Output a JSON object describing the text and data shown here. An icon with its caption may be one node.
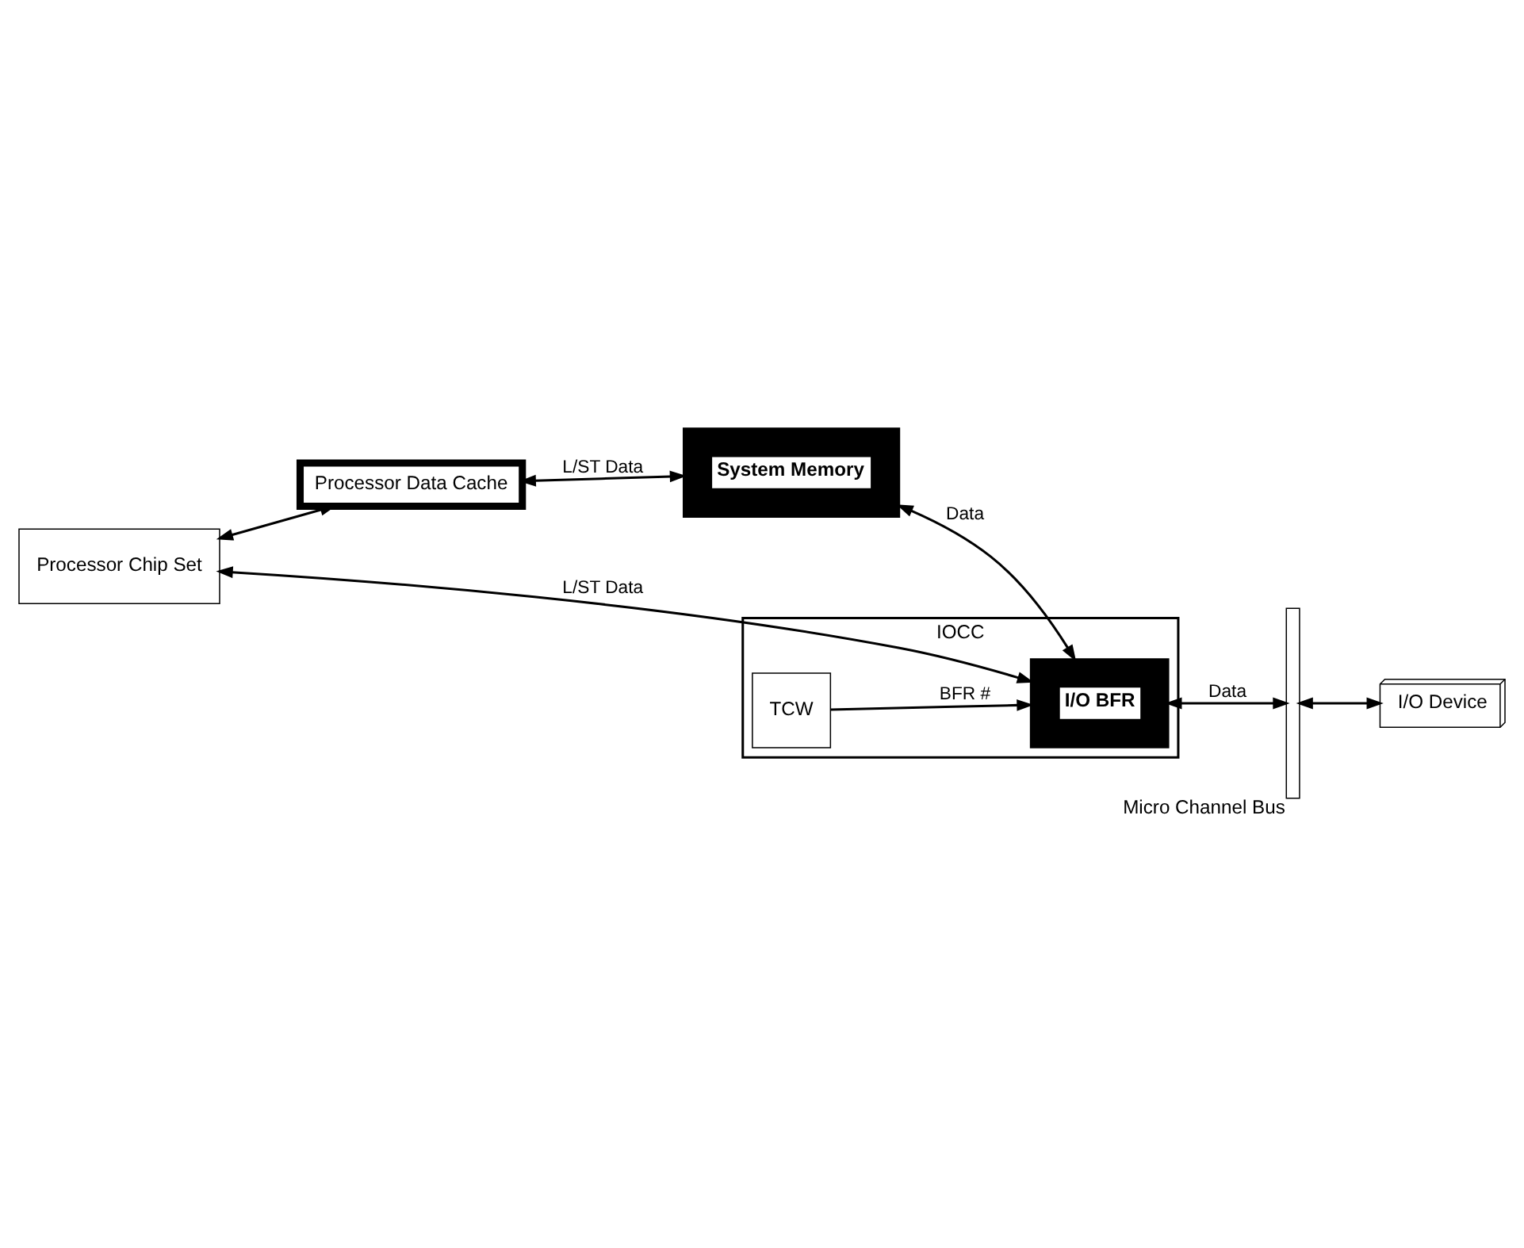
{
  "diagram": {
    "nodes": [
      {
        "text": [
          "Processor Chip Set"
        ]
      },
      {
        "text": [
          "Processor Data Cache"
        ]
      },
      {
        "text": [
          "System Memory"
        ]
      },
      {
        "text": [
          "IOCC"
        ]
      },
      {
        "text": [
          "I/O BFR"
        ],
        "in": 3
      },
      {
        "text": [
          "TCW"
        ],
        "in": 3
      },
      {
        "text": [
          "Micro Channel Bus"
        ]
      },
      {
        "text": [
          "I/O Device"
        ]
      }
    ],
    "edges": [
      {
        "from": 0,
        "to": 1,
        "arrow": "both"
      },
      {
        "from": 1,
        "to": 2,
        "arrow": "both",
        "label": "L/ST Data"
      },
      {
        "from": 0,
        "to": 4,
        "arrow": "both",
        "label": "L/ST Data"
      },
      {
        "from": 2,
        "to": 4,
        "arrow": "both",
        "label": "Data"
      },
      {
        "from": 4,
        "to": 6,
        "arrow": "both",
        "label": "Data"
      },
      {
        "from": 6,
        "to": 7,
        "arrow": "both"
      },
      {
        "from": 5,
        "to": 4,
        "arrow": "to",
        "label": "BFR #"
      }
    ]
  }
}
